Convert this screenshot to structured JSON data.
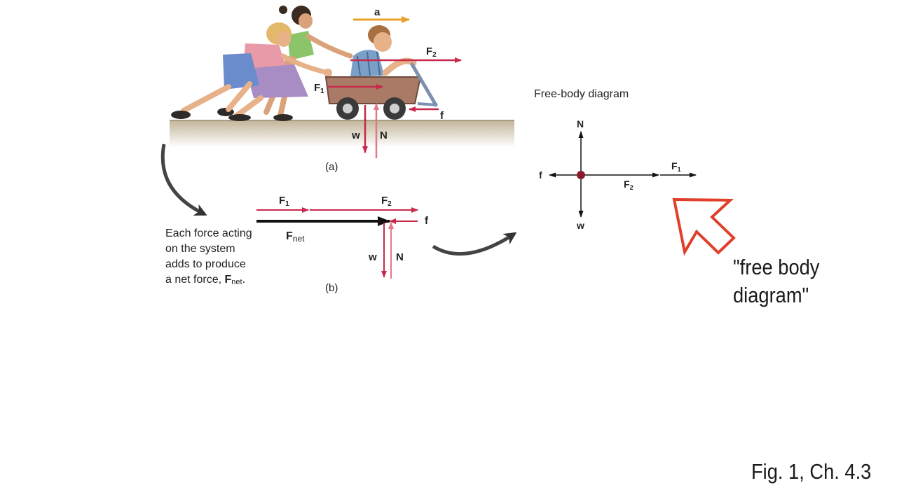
{
  "panel_a": {
    "tag": "(a)",
    "labels": {
      "a": "a",
      "F1": "F",
      "F1_sub": "1",
      "F2": "F",
      "F2_sub": "2",
      "f": "f",
      "w": "w",
      "N": "N"
    }
  },
  "panel_b": {
    "tag": "(b)",
    "labels": {
      "F1": "F",
      "F1_sub": "1",
      "F2": "F",
      "F2_sub": "2",
      "f": "f",
      "w": "w",
      "N": "N",
      "Fnet": "F",
      "Fnet_sub": "net"
    },
    "description": {
      "line1": "Each force acting",
      "line2": "on the system",
      "line3": "adds to produce",
      "line4_prefix": "a net force, ",
      "line4_symbol": "F",
      "line4_sub": "net",
      "line4_suffix": "."
    }
  },
  "free_body": {
    "title": "Free-body diagram",
    "labels": {
      "N": "N",
      "w": "w",
      "f": "f",
      "F1": "F",
      "F1_sub": "1",
      "F2": "F",
      "F2_sub": "2"
    }
  },
  "annotation": {
    "line1": "\"free body",
    "line2": "diagram\""
  },
  "caption": "Fig. 1, Ch. 4.3",
  "colors": {
    "force": "#c8284a",
    "force_light": "#e07a8a",
    "accel": "#e8a02a",
    "highlight_arrow": "#e0402a",
    "ground": "#c9bda4"
  }
}
